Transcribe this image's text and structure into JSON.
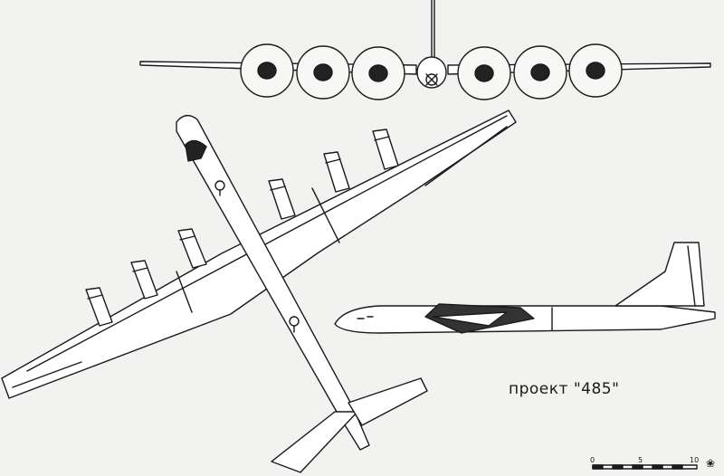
{
  "caption": "проект \"485\"",
  "scale": {
    "zero": "0",
    "five": "5",
    "ten": "10"
  },
  "mark_icon": "publisher-mark-icon",
  "colors": {
    "ink": "#1a1a1a",
    "paper": "#f2f2f0",
    "fill": "#ffffff"
  }
}
